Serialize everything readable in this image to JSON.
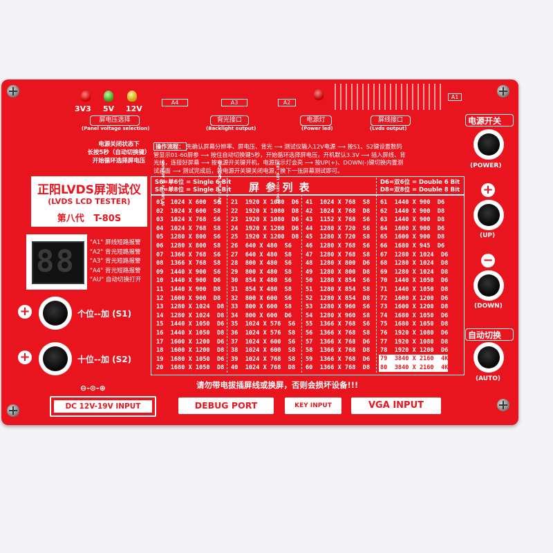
{
  "leds": {
    "labels": [
      "3V3",
      "5V",
      "12V"
    ],
    "section_label": "屏电压选择",
    "section_sub": "(Panel voltage selection)"
  },
  "connectors": {
    "a4": "A4",
    "a3": "A3",
    "a2": "A2",
    "a1": "A1"
  },
  "backlight": {
    "label": "背光接口",
    "sub": "(Backlight output)"
  },
  "power_led": {
    "label": "电源灯",
    "sub": "(Power led)"
  },
  "lvds": {
    "label": "屏线接口",
    "sub": "(Lvds output)"
  },
  "power_switch": {
    "label": "电源开关",
    "sub": "(POWER)"
  },
  "info_left": [
    "电源关闭状态下",
    "长按5秒（自动切换键）",
    "开始循环选择屏电压"
  ],
  "instructions": {
    "title": "操作流程：",
    "lines": [
      "先确认屏幕分辨率、屏电压、背光 ⟶ 测试仪输入12V电源 ⟶ 按S1、S2键设置数码",
      "管显示01-60屏参 ⟶ 按住自动切换键5秒，开始循环选择屏电压，开机默认3.3V ⟶ 插入屏线、背",
      "光线，连接好屏幕 ⟶ 按电源开关键开机，电源指示灯会亮 ⟶ 按UP(+)、DOWN(-)键切换内置测",
      "试画面 ⟶ 测试完成后，按电源开关键关闭电源，换下一张屏幕测试即可。"
    ]
  },
  "product": {
    "title": "正阳LVDS屏测试仪",
    "subtitle": "(LVDS LCD TESTER)",
    "gen": "第八代",
    "model": "T-80S"
  },
  "display": {
    "digits": "88"
  },
  "alarms": [
    "\"A1\" 屏线短路报警",
    "\"A2\" 背光短路报警",
    "\"A3\" 背光短路报警",
    "\"A4\" 背光短路报警",
    "\"AU\" 自动切换打开"
  ],
  "s1": {
    "label": "个位--加 (S1)"
  },
  "s2": {
    "label": "十位--加 (S2)"
  },
  "bit_legend": {
    "s6": "S6=单6位 = Single 6 Bit",
    "s8": "S8=单8位 = Single 8 Bit",
    "d6": "D6=双6位 = Double 6 Bit",
    "d8": "D8=双8位 = Double 8 Bit",
    "title": "屏 参 列 表"
  },
  "table": {
    "col1": [
      "01  1024 X 600  S6",
      "02  1024 X 600  S8",
      "03  1024 X 768  S6",
      "04  1024 X 768  S8",
      "05  1280 X 800  S6",
      "06  1280 X 800  S8",
      "07  1366 X 768  S6",
      "08  1366 X 768  S8",
      "09  1440 X 900  S6",
      "10  1440 X 900  D6",
      "11  1440 X 900  D8",
      "12  1600 X 900  D8",
      "13  1280 X 1024  D8",
      "14  1280 X 1024  D8",
      "15  1440 X 1050  D6",
      "16  1440 X 1050  D8",
      "17  1600 X 1200  D6",
      "18  1600 X 1200  D8",
      "19  1680 X 1050  D6",
      "20  1680 X 1050  D8"
    ],
    "col2": [
      "21  1920 X 1080  D6",
      "22  1920 X 1080  D8",
      "23  1920 X 1080  D6",
      "24  1920 X 1200  D6",
      "25  1920 X 1200  D8",
      "26  640 X 480  S6",
      "27  640 X 480  S8",
      "28  800 X 480  S6",
      "29  800 X 480  S8",
      "30  854 X 480  S6",
      "31  854 X 480  S8",
      "32  800 X 600  S6",
      "33  800 X 600  S8",
      "34  800 X 600  D6",
      "35  1024 X 576  S6",
      "36  1024 X 576  S8",
      "37  1024 X 600  S6",
      "38  1024 X 600  S8",
      "39  1024 X 768  S8",
      "40  1024 X 768  D8"
    ],
    "col3": [
      "41  1024 X 768  S8",
      "42  1024 X 768  D8",
      "43  1152 X 768  S6",
      "44  1280 X 720  S6",
      "45  1280 X 720  S8",
      "46  1280 X 768  S6",
      "47  1280 X 768  S8",
      "48  1280 X 800  D6",
      "49  1280 X 800  D8",
      "50  1280 X 854  S6",
      "51  1280 X 854  S8",
      "52  1280 X 854  D8",
      "53  1280 X 960  S6",
      "54  1280 X 960  S8",
      "55  1366 X 768  S6",
      "56  1366 X 768  S8",
      "57  1366 X 768  D6",
      "58  1366 X 768  D8",
      "59  1366 X 768  D6",
      "60  1366 X 768  D8"
    ],
    "col4": [
      "61  1440 X 900  D6",
      "62  1440 X 900  D8",
      "63  1440 X 900  D8",
      "64  1600 X 900  D6",
      "65  1600 X 900  D8",
      "66  1680 X 945  D6",
      "67  1280 X 1024  D6",
      "68  1280 X 1024  D8",
      "69  1280 X 1024  D8",
      "70  1440 X 1050  D6",
      "71  1440 X 1050  D8",
      "72  1600 X 1200  D6",
      "73  1600 X 1200  D8",
      "74  1680 X 1050  D6",
      "75  1680 X 1050  D8",
      "76  1920 X 1080  D6",
      "77  1920 X 1080  D8",
      "78  1920 X 1200  D6"
    ],
    "col4_highlight": [
      "79  3840 X 2160  4K",
      "80  3840 X 2160  4K"
    ]
  },
  "warning": "请勿带电拔插屏线或换屏，否则会损坏设备!!!",
  "buttons": {
    "up": "(UP)",
    "down": "(DOWN)",
    "auto_label": "自动切换",
    "auto_sub": "(AUTO)",
    "plus": "+",
    "minus": "−"
  },
  "ports": {
    "dc": "DC 12V-19V INPUT",
    "debug": "DEBUG PORT",
    "key": "KEY  INPUT",
    "vga": "VGA  INPUT"
  },
  "polarity": "⊖-⊙-⊕"
}
